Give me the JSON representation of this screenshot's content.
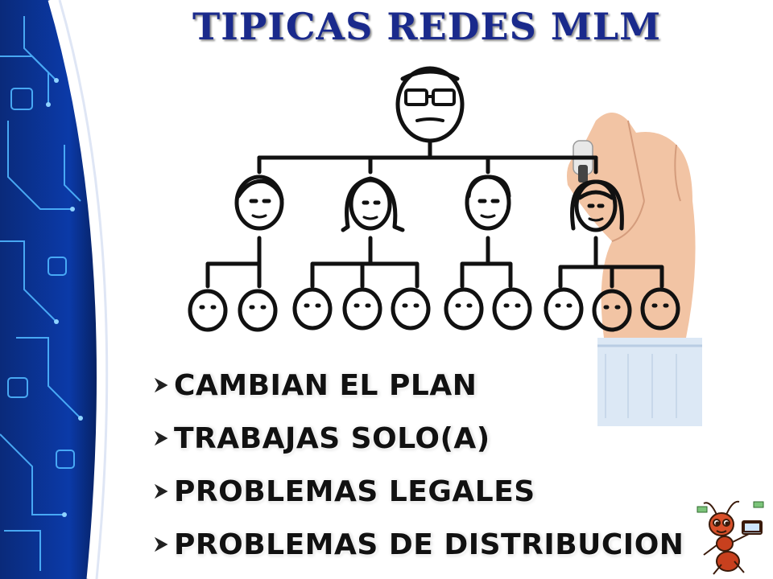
{
  "slide": {
    "title": "TIPICAS REDES MLM",
    "bullets": [
      {
        "label": "CAMBIAN EL PLAN",
        "icon": "arrow-bullet-icon"
      },
      {
        "label": "TRABAJAS SOLO(A)",
        "icon": "arrow-bullet-icon"
      },
      {
        "label": "PROBLEMAS LEGALES",
        "icon": "arrow-bullet-icon"
      },
      {
        "label": "PROBLEMAS DE DISTRIBUCION",
        "icon": "arrow-bullet-icon"
      }
    ]
  },
  "colors": {
    "title": "#1a2a8c",
    "panel_dark": "#071a4a",
    "panel_glow": "#3fa9ff",
    "ink": "#111111"
  }
}
